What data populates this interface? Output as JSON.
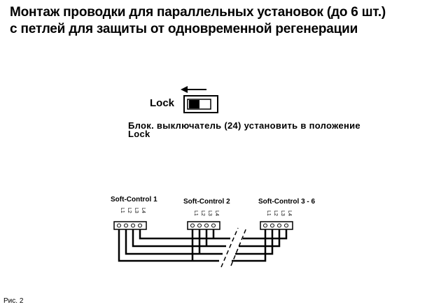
{
  "title": {
    "line1": "Монтаж проводки для параллельных установок (до 6 шт.)",
    "line2": "с петлей для защиты от одновременной регенерации"
  },
  "switch": {
    "label": "Lock",
    "instruction_line1": "Блок. выключатель (24) установить в положение",
    "instruction_line2": "Lock"
  },
  "controllers": [
    {
      "label": "Soft-Control 1",
      "terminals": [
        "L1",
        "L2",
        "L3",
        "L4"
      ]
    },
    {
      "label": "Soft-Control 2",
      "terminals": [
        "L1",
        "L2",
        "L3",
        "L4"
      ]
    },
    {
      "label": "Soft-Control 3 - 6",
      "terminals": [
        "L1",
        "L2",
        "L3",
        "L4"
      ]
    }
  ],
  "figure_caption": "Рис. 2"
}
